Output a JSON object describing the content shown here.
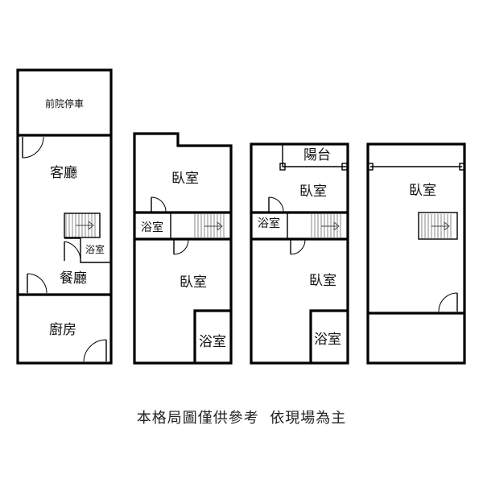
{
  "floors": [
    {
      "rooms": [
        "前院停車",
        "客廳",
        "浴室",
        "餐廳",
        "廚房"
      ]
    },
    {
      "rooms": [
        "臥室",
        "浴室",
        "臥室",
        "浴室"
      ]
    },
    {
      "rooms": [
        "陽台",
        "臥室",
        "浴室",
        "臥室",
        "浴室"
      ]
    },
    {
      "rooms": [
        "臥室"
      ]
    }
  ],
  "disclaimer": "本格局圖僅供參考  依現場為主"
}
